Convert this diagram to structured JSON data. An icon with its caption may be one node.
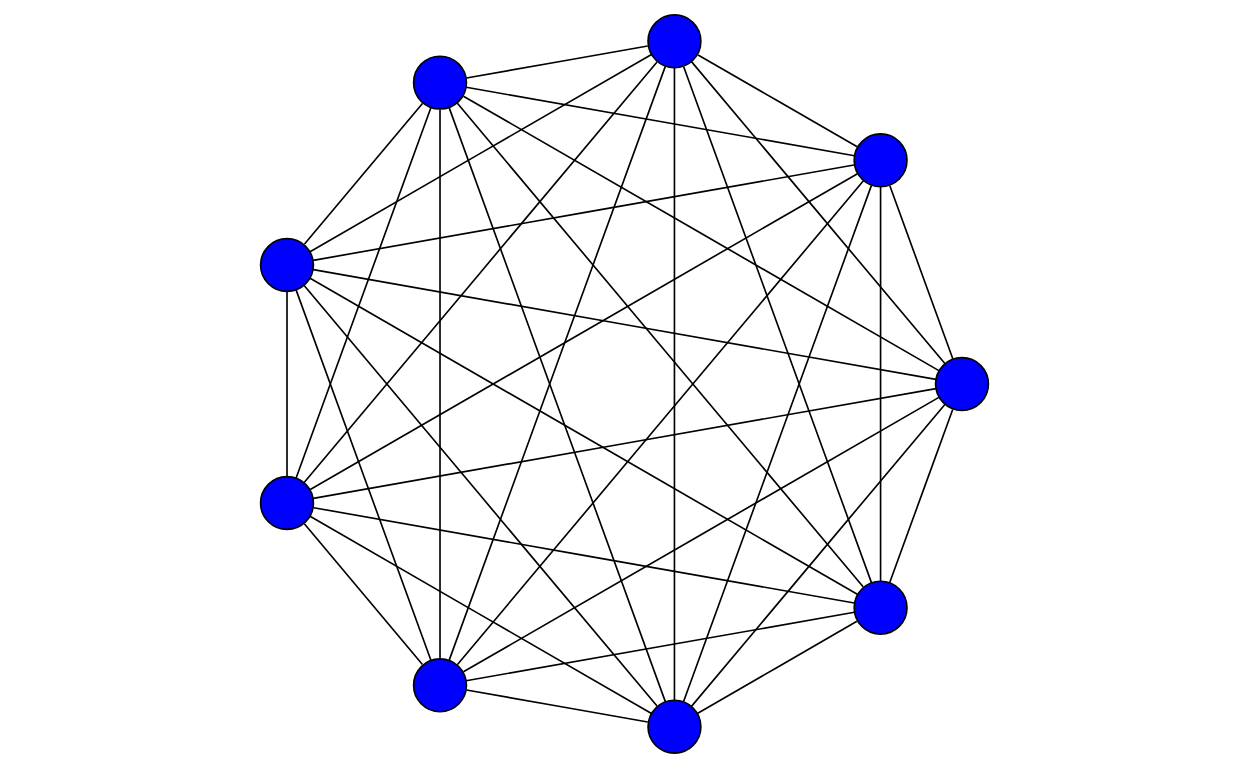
{
  "diagram": {
    "nodes": [
      {
        "text": [],
        "shape": "circle"
      },
      {
        "text": [],
        "shape": "circle"
      },
      {
        "text": [],
        "shape": "circle"
      },
      {
        "text": [],
        "shape": "circle"
      },
      {
        "text": [],
        "shape": "circle"
      },
      {
        "text": [],
        "shape": "circle"
      },
      {
        "text": [],
        "shape": "circle"
      },
      {
        "text": [],
        "shape": "circle"
      },
      {
        "text": [],
        "shape": "circle"
      }
    ],
    "edges": [
      {
        "from": 0,
        "to": 1,
        "arrow": "none"
      },
      {
        "from": 0,
        "to": 2,
        "arrow": "none"
      },
      {
        "from": 0,
        "to": 3,
        "arrow": "none"
      },
      {
        "from": 0,
        "to": 4,
        "arrow": "none"
      },
      {
        "from": 0,
        "to": 5,
        "arrow": "none"
      },
      {
        "from": 0,
        "to": 6,
        "arrow": "none"
      },
      {
        "from": 0,
        "to": 7,
        "arrow": "none"
      },
      {
        "from": 0,
        "to": 8,
        "arrow": "none"
      },
      {
        "from": 1,
        "to": 2,
        "arrow": "none"
      },
      {
        "from": 1,
        "to": 3,
        "arrow": "none"
      },
      {
        "from": 1,
        "to": 4,
        "arrow": "none"
      },
      {
        "from": 1,
        "to": 5,
        "arrow": "none"
      },
      {
        "from": 1,
        "to": 6,
        "arrow": "none"
      },
      {
        "from": 1,
        "to": 7,
        "arrow": "none"
      },
      {
        "from": 1,
        "to": 8,
        "arrow": "none"
      },
      {
        "from": 2,
        "to": 3,
        "arrow": "none"
      },
      {
        "from": 2,
        "to": 4,
        "arrow": "none"
      },
      {
        "from": 2,
        "to": 5,
        "arrow": "none"
      },
      {
        "from": 2,
        "to": 6,
        "arrow": "none"
      },
      {
        "from": 2,
        "to": 7,
        "arrow": "none"
      },
      {
        "from": 2,
        "to": 8,
        "arrow": "none"
      },
      {
        "from": 3,
        "to": 4,
        "arrow": "none"
      },
      {
        "from": 3,
        "to": 5,
        "arrow": "none"
      },
      {
        "from": 3,
        "to": 6,
        "arrow": "none"
      },
      {
        "from": 3,
        "to": 7,
        "arrow": "none"
      },
      {
        "from": 3,
        "to": 8,
        "arrow": "none"
      },
      {
        "from": 4,
        "to": 5,
        "arrow": "none"
      },
      {
        "from": 4,
        "to": 6,
        "arrow": "none"
      },
      {
        "from": 4,
        "to": 7,
        "arrow": "none"
      },
      {
        "from": 4,
        "to": 8,
        "arrow": "none"
      },
      {
        "from": 5,
        "to": 6,
        "arrow": "none"
      },
      {
        "from": 5,
        "to": 7,
        "arrow": "none"
      },
      {
        "from": 5,
        "to": 8,
        "arrow": "none"
      },
      {
        "from": 6,
        "to": 7,
        "arrow": "none"
      },
      {
        "from": 6,
        "to": 8,
        "arrow": "none"
      },
      {
        "from": 7,
        "to": 8,
        "arrow": "none"
      }
    ]
  }
}
